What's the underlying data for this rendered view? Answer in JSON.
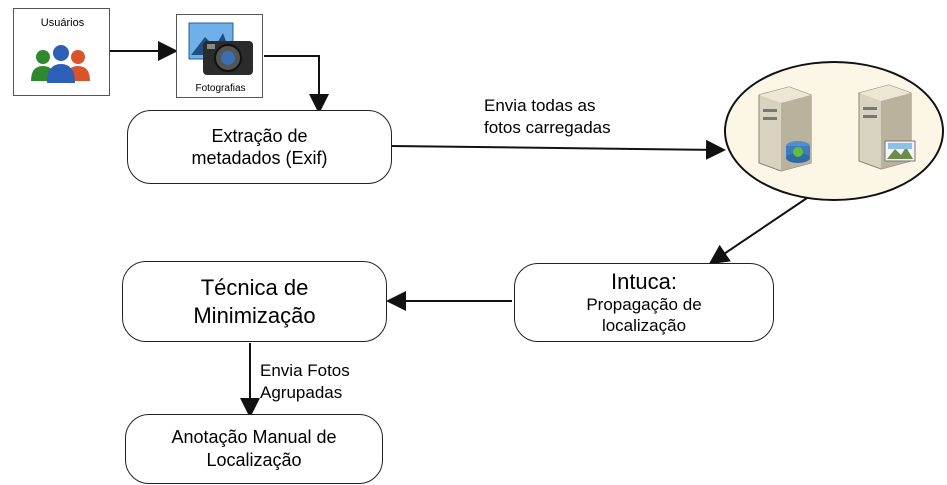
{
  "users": {
    "label": "Usuários"
  },
  "photos": {
    "label": "Fotografias"
  },
  "extraction": {
    "line1": "Extração de",
    "line2": "metadados (Exif)"
  },
  "send_all": {
    "line1": "Envia todas as",
    "line2": "fotos carregadas"
  },
  "intuca": {
    "title": "Intuca:",
    "line1": "Propagação de",
    "line2": "localização"
  },
  "minimization": {
    "line1": "Técnica de",
    "line2": "Minimização"
  },
  "send_grouped": {
    "line1": "Envia Fotos",
    "line2": "Agrupadas"
  },
  "annotation": {
    "line1": "Anotação Manual de",
    "line2": "Localização"
  },
  "icons": {
    "users": "users-group-icon",
    "photos": "camera-photo-icon",
    "server_db": "database-server-icon",
    "server_img": "image-server-icon"
  }
}
